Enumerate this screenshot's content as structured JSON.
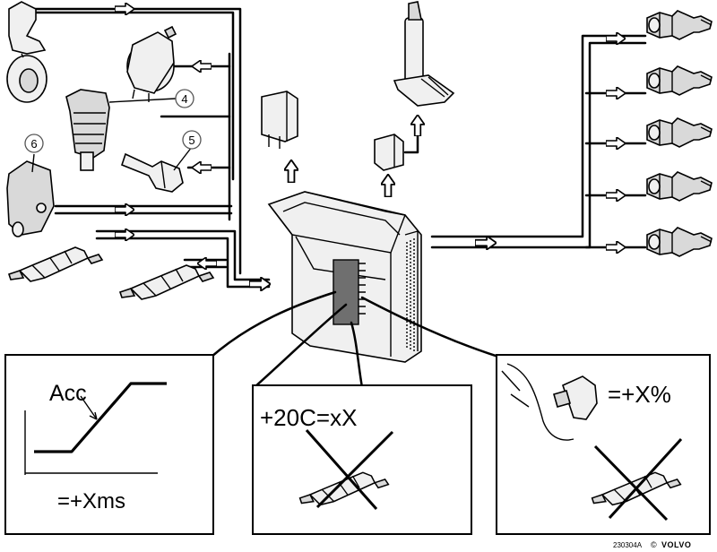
{
  "callouts": [
    "4",
    "5",
    "6"
  ],
  "panel_left": {
    "curve_label": "Acc",
    "value_label": "=+Xms"
  },
  "panel_middle": {
    "label": "+20C=xX"
  },
  "panel_right": {
    "label": "=+X%"
  },
  "footer": {
    "code": "230304A",
    "copyright": "©",
    "brand": "VOLVO"
  }
}
